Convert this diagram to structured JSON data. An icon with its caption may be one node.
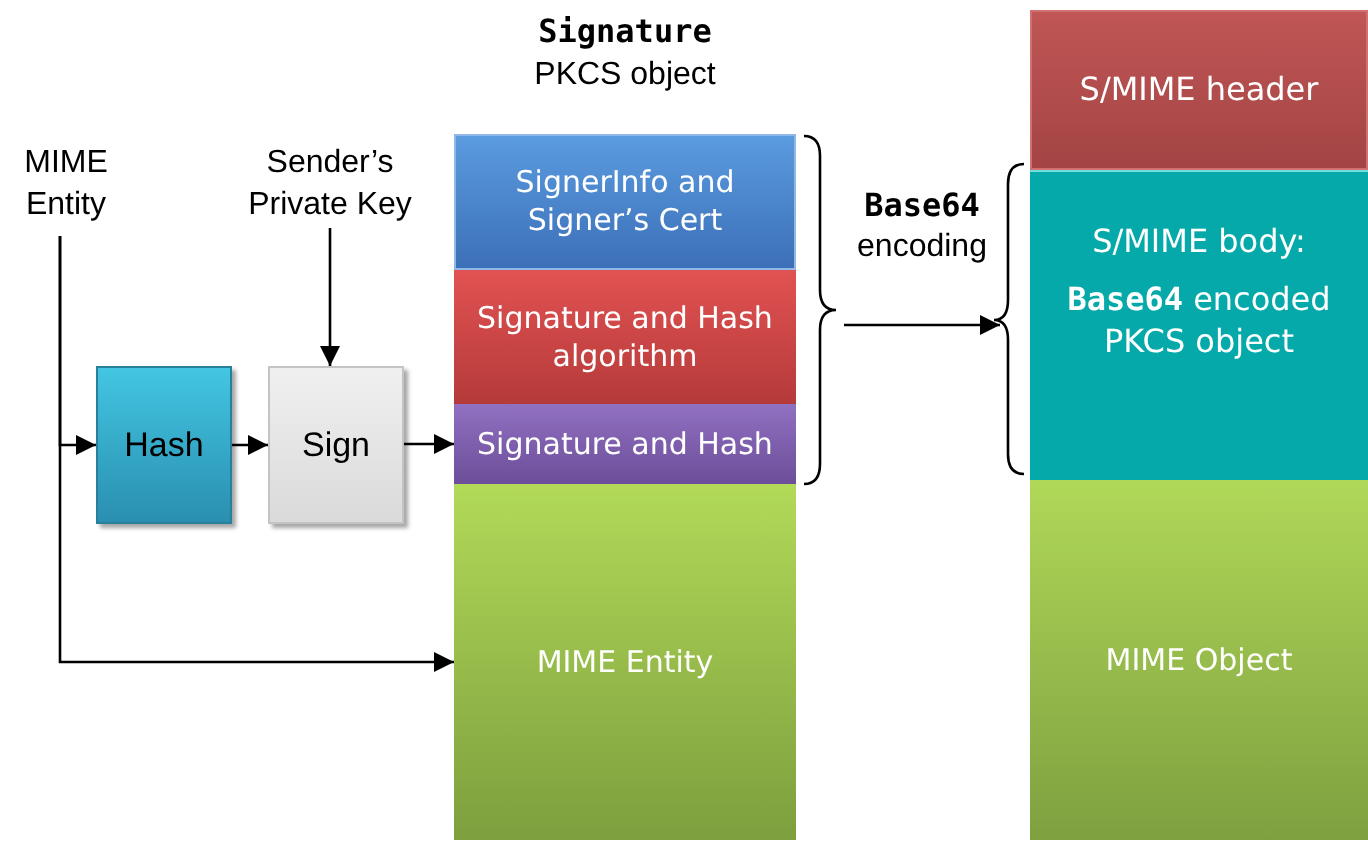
{
  "diagram": {
    "nodes": [
      {
        "text": [
          "MIME Entity"
        ]
      },
      {
        "text": [
          "Sender’s Private Key"
        ]
      },
      {
        "text": [
          "Hash"
        ]
      },
      {
        "text": [
          "Sign"
        ]
      },
      {
        "text": [
          "Signature",
          "PKCS object"
        ]
      },
      {
        "text": [
          "SignerInfo and Signer’s Cert"
        ],
        "in": 4
      },
      {
        "text": [
          "Signature and Hash algorithm"
        ],
        "in": 4
      },
      {
        "text": [
          "Signature and Hash"
        ],
        "in": 4
      },
      {
        "text": [
          "MIME Entity"
        ],
        "in": 4
      },
      {
        "text": [
          "S/MIME header"
        ]
      },
      {
        "text": [
          "S/MIME body:",
          "**Base64** encoded PKCS object"
        ]
      },
      {
        "text": [
          "MIME Object"
        ]
      }
    ],
    "edges": [
      {
        "from": 0,
        "to": 2,
        "arrow": "to"
      },
      {
        "from": 0,
        "to": 8,
        "arrow": "to"
      },
      {
        "from": 1,
        "to": 3,
        "arrow": "to"
      },
      {
        "from": 2,
        "to": 3,
        "arrow": "to"
      },
      {
        "from": 3,
        "to": 7,
        "arrow": "to"
      },
      {
        "from": 4,
        "to": 10,
        "arrow": "to",
        "label": "**Base64** encoding"
      }
    ]
  }
}
